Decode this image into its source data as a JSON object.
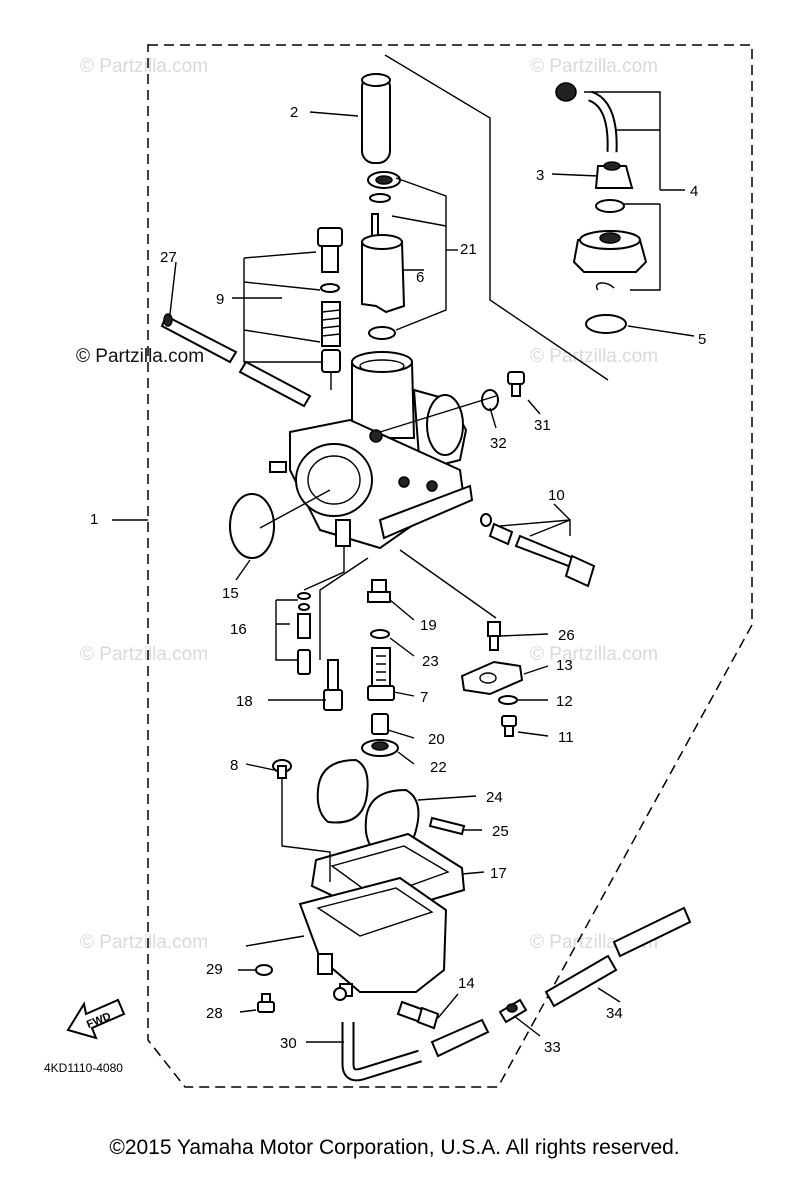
{
  "diagram": {
    "watermarks": [
      "© Partzilla.com",
      "© Partzilla.com",
      "© Partzilla.com",
      "© Partzilla.com",
      "© Partzilla.com",
      "© Partzilla.com",
      "© Partzilla.com",
      "© Partzilla.com"
    ],
    "watermark_dark": "© Partzilla.com",
    "code": "4KD1110-4080",
    "fwd": "FWD",
    "labels": {
      "p1": "1",
      "p2": "2",
      "p3": "3",
      "p4": "4",
      "p5": "5",
      "p6": "6",
      "p7": "7",
      "p8": "8",
      "p9": "9",
      "p10": "10",
      "p11": "11",
      "p12": "12",
      "p13": "13",
      "p14": "14",
      "p15": "15",
      "p16": "16",
      "p17": "17",
      "p18": "18",
      "p19": "19",
      "p20": "20",
      "p21": "21",
      "p22": "22",
      "p23": "23",
      "p24": "24",
      "p25": "25",
      "p26": "26",
      "p27": "27",
      "p28": "28",
      "p29": "29",
      "p30": "30",
      "p31": "31",
      "p32": "32",
      "p33": "33",
      "p34": "34"
    }
  },
  "footer": {
    "copyright": "©2015  Yamaha Motor Corporation, U.S.A. All rights reserved."
  }
}
